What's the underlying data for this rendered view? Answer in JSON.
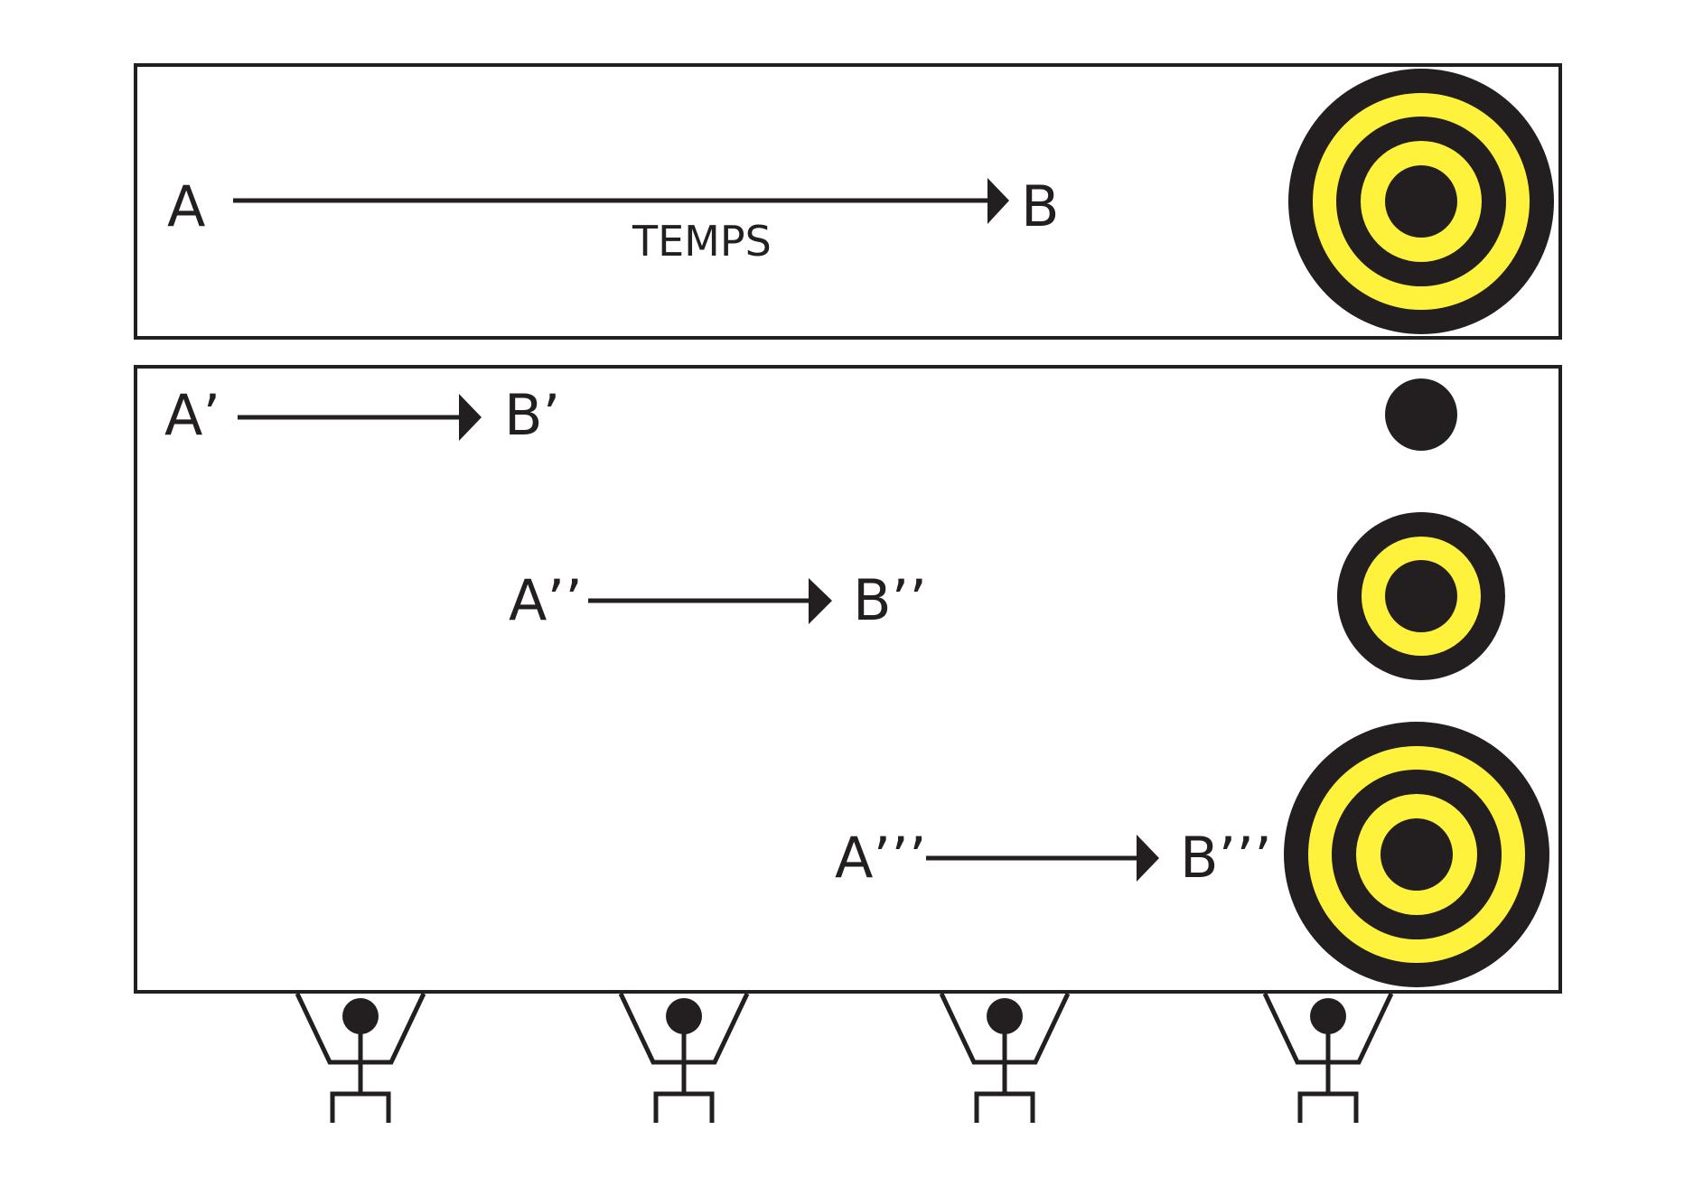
{
  "colors": {
    "ink": "#231f20",
    "target_yellow": "#fff23c",
    "background": "#ffffff"
  },
  "top_panel": {
    "start_label": "A",
    "end_label": "B",
    "axis_label": "TEMPS",
    "target_rings": 5
  },
  "bottom_panel": {
    "rows": [
      {
        "start_label": "A’",
        "end_label": "B’",
        "target_rings": 1
      },
      {
        "start_label": "A’’",
        "end_label": "B’’",
        "target_rings": 3
      },
      {
        "start_label": "A’’’",
        "end_label": "B’’’",
        "target_rings": 5
      }
    ],
    "supporting_figures": 4
  }
}
